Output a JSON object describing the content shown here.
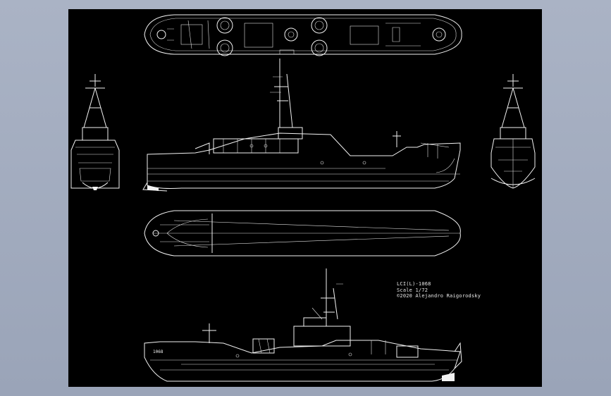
{
  "drawing": {
    "background": "#000000",
    "line_color": "#f2f2f2",
    "frame_color": "#9aa4b8"
  },
  "caption": {
    "title": "LCI(L)-1068",
    "scale": "Scale 1/72",
    "copyright": "©2020 Alejandro Raigorodsky"
  },
  "hull": {
    "bow_number": "1068"
  }
}
